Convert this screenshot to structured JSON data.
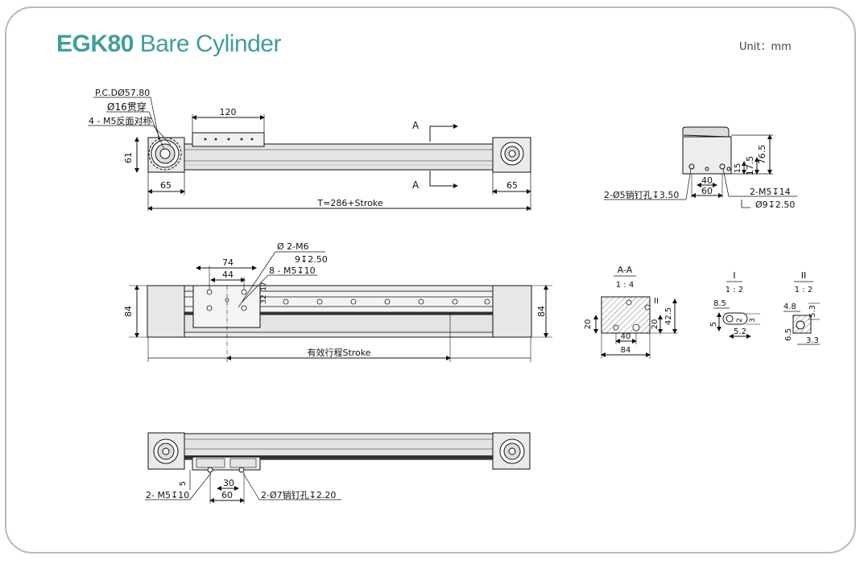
{
  "title": {
    "model": "EGK80",
    "name": "Bare Cylinder"
  },
  "unit": "Unit：mm",
  "colors": {
    "accent": "#3f9e9a",
    "line": "#111111",
    "body": "#e3e4e6",
    "frame": "#b9b9b9"
  },
  "top_view": {
    "pcd": "P.C.DØ57.80",
    "bore": "Ø16贯穿",
    "tap": "4 - M5反面对称",
    "dim_120": "120",
    "dim_61": "61",
    "dim_65_left": "65",
    "dim_65_right": "65",
    "total": "T=286+Stroke",
    "section_a_top": "A",
    "section_a_bottom": "A"
  },
  "end_view": {
    "dim_76_5": "76.5",
    "dim_17_5": "17.5",
    "dim_15": "15",
    "dim_40": "40",
    "dim_60": "60",
    "pin_left": "2-Ø5销钉孔↧3.50",
    "tap_right": "2-M5↧14",
    "cbore": "Ø9↧2.50"
  },
  "front_view": {
    "dowel": "Ø 2-M6",
    "dowel_depth": "9↧2.50",
    "tap": "8 - M5↧10",
    "dim_74": "74",
    "dim_44": "44",
    "dim_84_left": "84",
    "dim_84_right": "84",
    "dim_small_a": "32",
    "dim_small_b": "17",
    "stroke": "有效行程Stroke"
  },
  "section_aa": {
    "label": "A-A",
    "scale": "1 : 4",
    "detail_ii": "II",
    "dim_20_left": "20",
    "dim_20_right": "20",
    "dim_42_5": "42.5",
    "dim_40": "40",
    "dim_84": "84"
  },
  "detail_i": {
    "label": "I",
    "scale": "1 : 2",
    "dim_8_5": "8.5",
    "dim_5": "5",
    "dim_5_2": "5.2",
    "dim_2": "2",
    "dim_3": "3"
  },
  "detail_ii": {
    "label": "II",
    "scale": "1 : 2",
    "dim_4_8": "4.8",
    "dim_5_3": "5.3",
    "dim_6_5": "6.5",
    "dim_3_3": "3.3"
  },
  "bottom_view": {
    "dim_5": "5",
    "dim_30": "30",
    "dim_60": "60",
    "tap": "2- M5↧10",
    "pin": "2-Ø7销钉孔↧2.20"
  }
}
